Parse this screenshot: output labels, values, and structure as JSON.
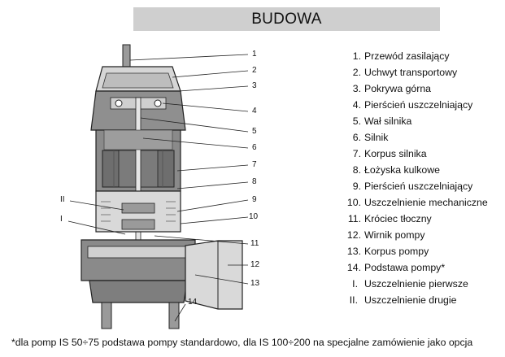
{
  "title": "BUDOWA",
  "callouts": [
    "1",
    "2",
    "3",
    "4",
    "5",
    "6",
    "7",
    "8",
    "9",
    "10",
    "11",
    "12",
    "13",
    "14",
    "II",
    "I"
  ],
  "legend": [
    {
      "num": "1.",
      "text": "Przewód zasilający"
    },
    {
      "num": "2.",
      "text": "Uchwyt transportowy"
    },
    {
      "num": "3.",
      "text": "Pokrywa górna"
    },
    {
      "num": "4.",
      "text": "Pierścień uszczelniający"
    },
    {
      "num": "5.",
      "text": "Wał silnika"
    },
    {
      "num": "6.",
      "text": "Silnik"
    },
    {
      "num": "7.",
      "text": "Korpus silnika"
    },
    {
      "num": "8.",
      "text": "Łożyska kulkowe"
    },
    {
      "num": "9.",
      "text": "Pierścień uszczelniający"
    },
    {
      "num": "10.",
      "text": "Uszczelnienie mechaniczne"
    },
    {
      "num": "11.",
      "text": "Króciec tłoczny"
    },
    {
      "num": "12.",
      "text": "Wirnik pompy"
    },
    {
      "num": "13.",
      "text": "Korpus pompy"
    },
    {
      "num": "14.",
      "text": "Podstawa pompy*"
    },
    {
      "num": "I.",
      "text": "Uszczelnienie pierwsze"
    },
    {
      "num": "II.",
      "text": "Uszczelnienie drugie"
    }
  ],
  "footnote": "*dla pomp IS 50÷75 podstawa pompy standardowo, dla IS 100÷200 na specjalne zamówienie jako opcja",
  "colors": {
    "title_bg": "#cfcfcf",
    "body_gray": "#8a8a8a",
    "light_gray": "#d9d9d9"
  }
}
